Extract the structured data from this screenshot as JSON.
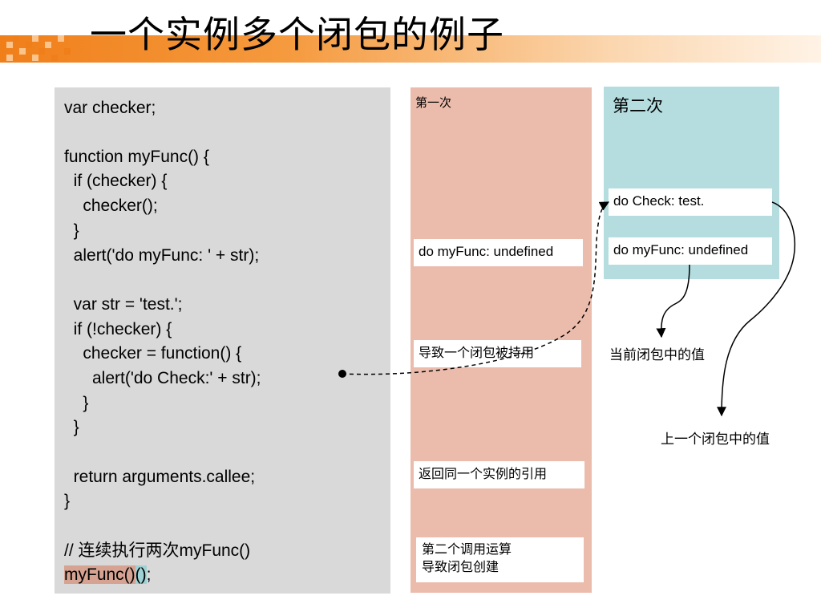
{
  "slide": {
    "title": "一个实例多个闭包的例子"
  },
  "code": {
    "lines": [
      "var checker;",
      "",
      "function myFunc() {",
      "  if (checker) {",
      "    checker();",
      "  }",
      "  alert('do myFunc: ' + str);",
      "",
      "  var str = 'test.';",
      "  if (!checker) {",
      "    checker = function() {",
      "      alert('do Check:' + str);",
      "    }",
      "  }",
      "",
      "  return arguments.callee;",
      "}"
    ],
    "comment": "// 连续执行两次myFunc()",
    "call_first": "myFunc()",
    "call_second": "()",
    "call_end": ";"
  },
  "first_run": {
    "heading": "第一次",
    "output": "do myFunc: undefined",
    "closure_note": "导致一个闭包被持用",
    "return_note": "返回同一个实例的引用",
    "call_note_line1": "第二个调用运算",
    "call_note_line2": "导致闭包创建"
  },
  "second_run": {
    "heading": "第二次",
    "check_output": "do Check: test.",
    "myfunc_output": "do myFunc: undefined"
  },
  "annotations": {
    "current_value": "当前闭包中的值",
    "previous_value": "上一个闭包中的值"
  },
  "colors": {
    "accent_orange": "#f07f1a",
    "code_panel": "#d9d9d9",
    "first_run_column": "#ebbcac",
    "second_run_column": "#b5dde0",
    "call_highlight_1": "#d6a392",
    "call_highlight_2": "#9fd2d4"
  }
}
